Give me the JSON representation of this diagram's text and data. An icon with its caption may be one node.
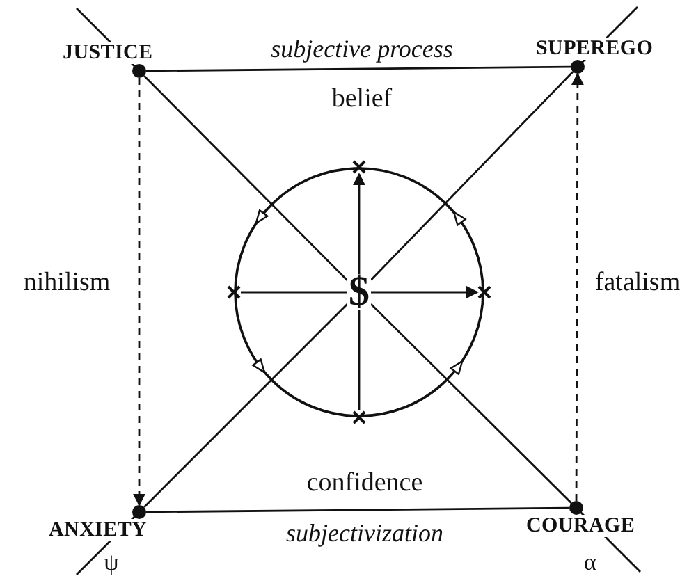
{
  "diagram": {
    "nodes": [
      {
        "text": [
          "JUSTICE"
        ]
      },
      {
        "text": [
          "SUPEREGO"
        ]
      },
      {
        "text": [
          "ANXIETY"
        ]
      },
      {
        "text": [
          "COURAGE"
        ]
      },
      {
        "text": [],
        "shape": "circle"
      },
      {
        "text": [
          "$"
        ],
        "in": 4
      },
      {
        "text": [],
        "shape": "cross"
      },
      {
        "text": [],
        "shape": "cross"
      },
      {
        "text": [],
        "shape": "cross"
      },
      {
        "text": [],
        "shape": "cross"
      }
    ],
    "edges": [
      {
        "from": 0,
        "to": 1,
        "arrow": "none",
        "label": "subjective process"
      },
      {
        "from": 0,
        "to": 2,
        "arrow": "to",
        "style": "dashed"
      },
      {
        "from": 3,
        "to": 1,
        "arrow": "to",
        "style": "dashed"
      },
      {
        "from": 2,
        "to": 3,
        "arrow": "none",
        "label": "subjectivization"
      },
      {
        "from": 0,
        "to": 5,
        "arrow": "none"
      },
      {
        "from": 5,
        "to": 3,
        "arrow": "none"
      },
      {
        "from": 1,
        "to": 5,
        "arrow": "none"
      },
      {
        "from": 5,
        "to": 2,
        "arrow": "none"
      },
      {
        "from": 5,
        "to": 6,
        "arrow": "to"
      },
      {
        "from": 5,
        "to": 7,
        "arrow": "to"
      },
      {
        "from": 5,
        "to": 8,
        "arrow": "none"
      },
      {
        "from": 5,
        "to": 9,
        "arrow": "none"
      }
    ],
    "labels": [
      "belief",
      "nihilism",
      "fatalism",
      "confidence",
      "ψ",
      "α"
    ]
  }
}
